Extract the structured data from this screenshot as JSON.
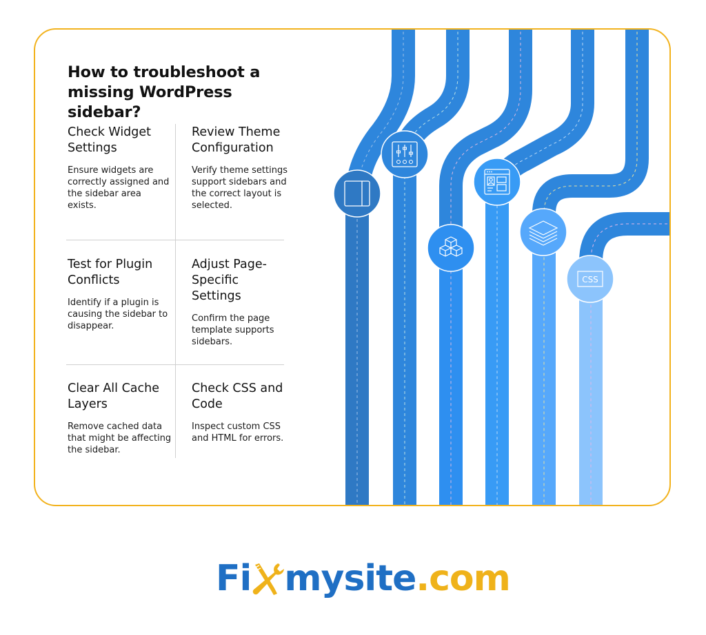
{
  "title": "How to troubleshoot a missing WordPress sidebar?",
  "steps": [
    {
      "heading": "Check Widget Settings",
      "body": "Ensure widgets are correctly assigned and the sidebar area exists.",
      "icon": "sidebar-layout-icon"
    },
    {
      "heading": "Review Theme Configuration",
      "body": "Verify theme settings support sidebars and the correct layout is selected.",
      "icon": "sliders-icon"
    },
    {
      "heading": "Test for Plugin Conflicts",
      "body": "Identify if a plugin is causing the sidebar to disappear.",
      "icon": "cubes-icon"
    },
    {
      "heading": "Adjust Page-Specific Settings",
      "body": "Confirm the page template supports sidebars.",
      "icon": "page-template-icon"
    },
    {
      "heading": "Clear All Cache Layers",
      "body": "Remove cached data that might be affecting the sidebar.",
      "icon": "layers-icon"
    },
    {
      "heading": "Check CSS and Code",
      "body": "Inspect custom CSS and HTML for errors.",
      "icon": "css-icon"
    }
  ],
  "icons": {
    "css_label": "CSS"
  },
  "logo": {
    "part1": "Fi",
    "part2": "mysite",
    "part3": ".com"
  },
  "colors": {
    "border": "#f2b21d",
    "road1": "#2f79c4",
    "road2": "#2e86dc",
    "road3": "#2e8ff0",
    "road4": "#389bf5",
    "road5": "#56a8fb",
    "road6": "#8cc4fc",
    "logo_blue": "#1f6fc4",
    "logo_gold": "#efb21a"
  }
}
